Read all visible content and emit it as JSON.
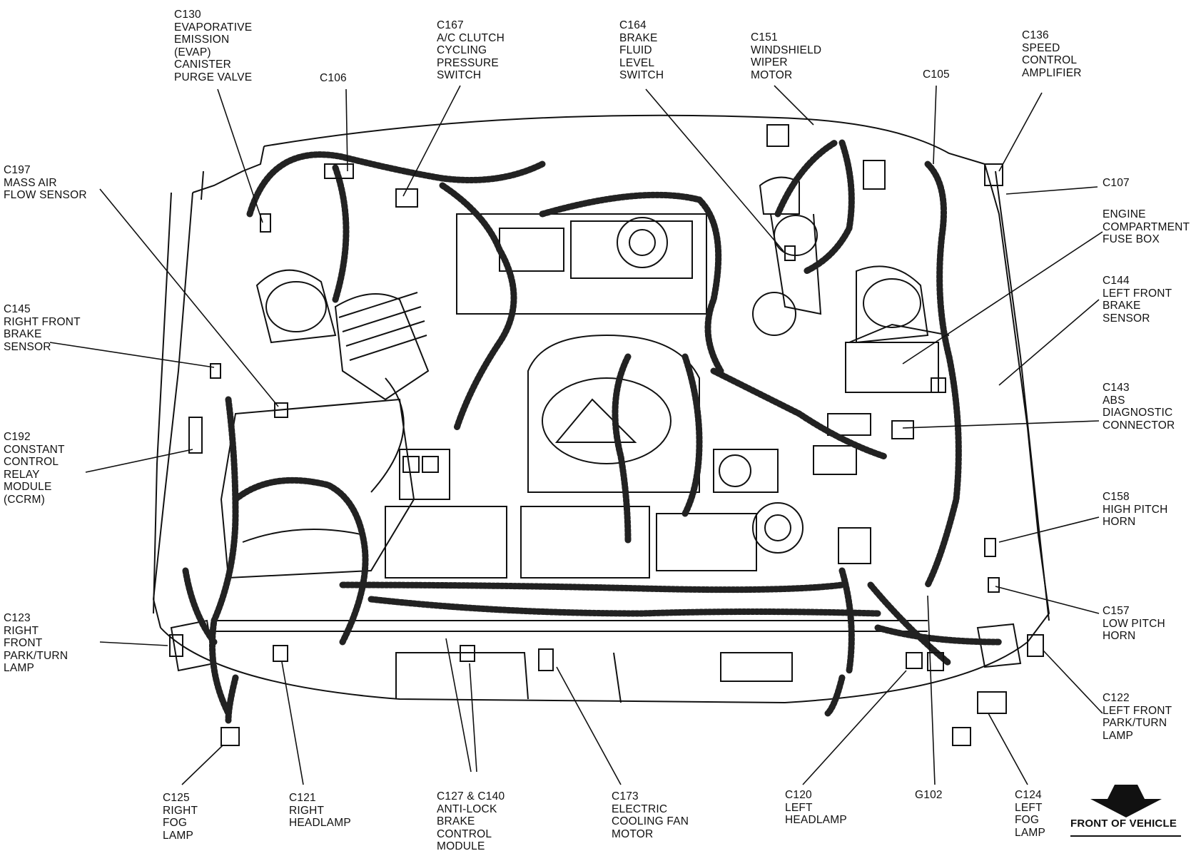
{
  "labels": {
    "c130": "C130\nEVAPORATIVE\nEMISSION\n(EVAP)\nCANISTER\nPURGE VALVE",
    "c106": "C106",
    "c167": "C167\nA/C CLUTCH\nCYCLING\nPRESSURE\nSWITCH",
    "c164": "C164\nBRAKE\nFLUID\nLEVEL\nSWITCH",
    "c151": "C151\nWINDSHIELD\nWIPER\nMOTOR",
    "c105": "C105",
    "c136": "C136\nSPEED\nCONTROL\nAMPLIFIER",
    "c197": "C197\nMASS AIR\nFLOW SENSOR",
    "c107": "C107",
    "fusebox": "ENGINE\nCOMPARTMENT\nFUSE BOX",
    "c144": "C144\nLEFT FRONT\nBRAKE\nSENSOR",
    "c145": "C145\nRIGHT FRONT\nBRAKE\nSENSOR",
    "c143": "C143\nABS\nDIAGNOSTIC\nCONNECTOR",
    "c192": "C192\nCONSTANT\nCONTROL\nRELAY\nMODULE\n(CCRM)",
    "c158": "C158\nHIGH PITCH\nHORN",
    "c157": "C157\nLOW PITCH\nHORN",
    "c123": "C123\nRIGHT\nFRONT\nPARK/TURN\nLAMP",
    "c122": "C122\nLEFT FRONT\nPARK/TURN\nLAMP",
    "c125": "C125\nRIGHT\nFOG\nLAMP",
    "c121": "C121\nRIGHT\nHEADLAMP",
    "c127": "C127 & C140\nANTI-LOCK\nBRAKE\nCONTROL\nMODULE",
    "c173": "C173\nELECTRIC\nCOOLING FAN\nMOTOR",
    "c120": "C120\nLEFT\nHEADLAMP",
    "g102": "G102",
    "c124": "C124\nLEFT\nFOG\nLAMP",
    "front": "FRONT OF VEHICLE"
  },
  "colors": {
    "ink": "#111111",
    "background": "#ffffff"
  }
}
